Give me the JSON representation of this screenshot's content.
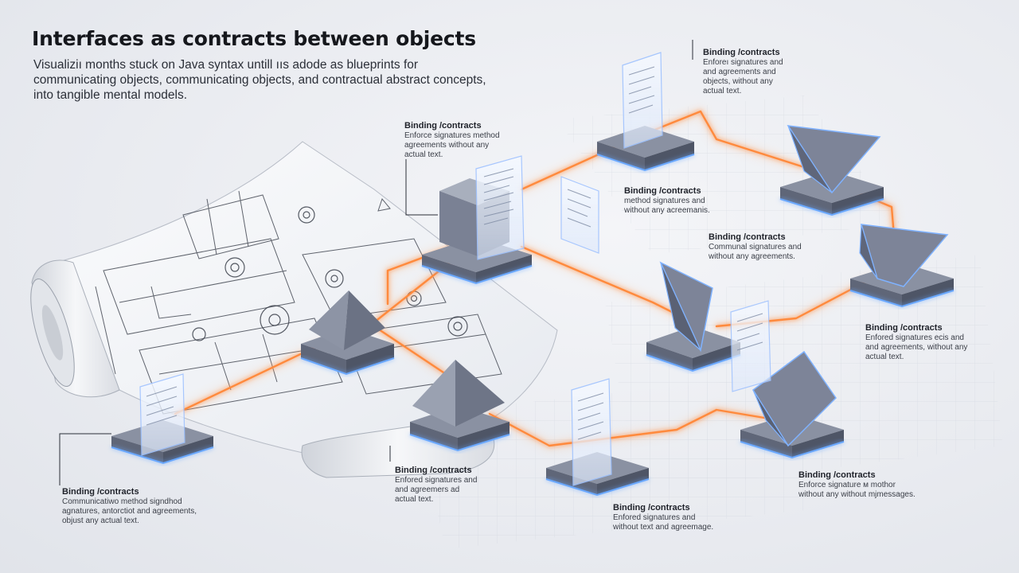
{
  "header": {
    "title": "Interfaces as contracts between objects",
    "subtitle": "Visualiziı months stuck on Java syntax untill ııs adode as blueprints for communicating objects, communicating objects, and contractual abstract concepts, into tangible mental models."
  },
  "callouts": [
    {
      "title": "Binding /contracts",
      "lines": [
        "Enforeı signatures and",
        "and agreements and",
        "objects, without any",
        "actual text."
      ]
    },
    {
      "title": "Binding /contracts",
      "lines": [
        "Enforce signatures method",
        "agreements without any",
        "actual text."
      ]
    },
    {
      "title": "Binding /contracts",
      "lines": [
        "method signatures and",
        "without any acreemanis."
      ]
    },
    {
      "title": "Binding /contracts",
      "lines": [
        "Communal signatures and",
        "without any agreements."
      ]
    },
    {
      "title": "Binding /contracts",
      "lines": [
        "Enfored signatures ecis and",
        "and agreements, without any",
        "actual text."
      ]
    },
    {
      "title": "Binding /contracts",
      "lines": [
        "Communicatiwo method signdhod",
        "agnatures, antorctiot and agreements,",
        "objust any actual text."
      ]
    },
    {
      "title": "Binding /contracts",
      "lines": [
        "Enfored signatures and",
        "and agreemers ad",
        "actual text."
      ]
    },
    {
      "title": "Binding /contracts",
      "lines": [
        "Enfored signatures and",
        "without text and agreemage."
      ]
    },
    {
      "title": "Binding /contracts",
      "lines": [
        "Enforce signature м mothor",
        "without any without mjmessages."
      ]
    }
  ],
  "palette": {
    "accent": "#ff8a3d",
    "accent_glow": "#ffb27a",
    "node_top": "#7c8396",
    "node_side": "#5a6173",
    "base": "#6f7688",
    "base_edge": "#6aa8ff",
    "panel": "#eef4ff",
    "blueprint_line": "#3a3f4a"
  }
}
